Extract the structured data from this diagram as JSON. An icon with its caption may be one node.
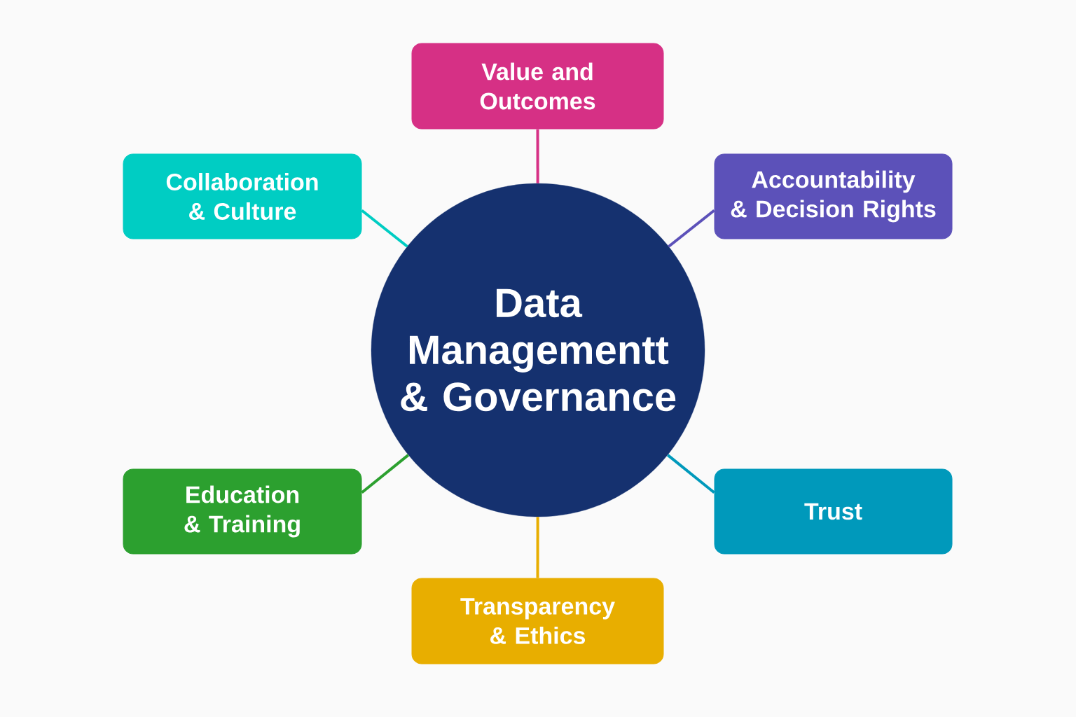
{
  "diagram": {
    "nodes": [
      {
        "text": [
          "Data Managementt & Governance"
        ]
      },
      {
        "text": [
          "Value and Outcomes"
        ]
      },
      {
        "text": [
          "Collaboration & Culture"
        ]
      },
      {
        "text": [
          "Accountability & Decision Rights"
        ]
      },
      {
        "text": [
          "Education & Training"
        ]
      },
      {
        "text": [
          "Trust"
        ]
      },
      {
        "text": [
          "Transparency & Ethics"
        ]
      }
    ],
    "edges": [
      {
        "from": 0,
        "to": 1,
        "arrow": "none",
        "color": "#d63085"
      },
      {
        "from": 0,
        "to": 2,
        "arrow": "none",
        "color": "#00cdc3"
      },
      {
        "from": 0,
        "to": 3,
        "arrow": "none",
        "color": "#5c51b9"
      },
      {
        "from": 0,
        "to": 4,
        "arrow": "none",
        "color": "#2ca02f"
      },
      {
        "from": 0,
        "to": 5,
        "arrow": "none",
        "color": "#0099bb"
      },
      {
        "from": 0,
        "to": 6,
        "arrow": "none",
        "color": "#e8ae00"
      }
    ]
  }
}
